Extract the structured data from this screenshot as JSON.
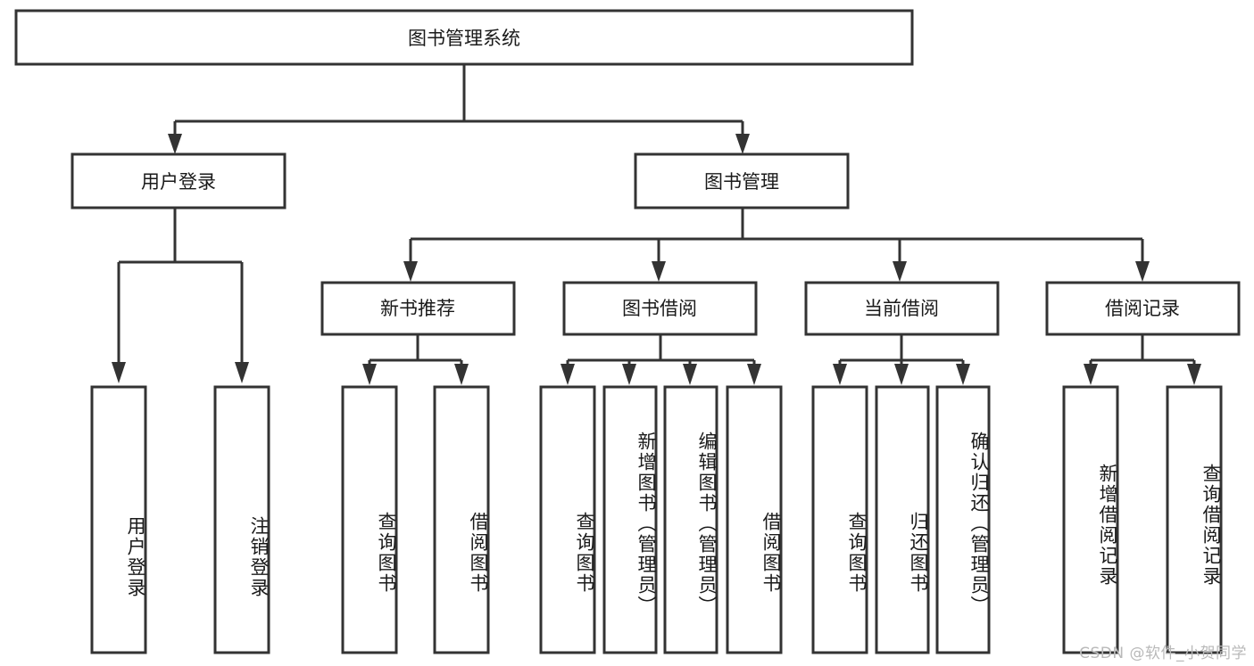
{
  "diagram": {
    "title": "图书管理系统",
    "type": "tree",
    "watermark": "CSDN @软件_小贺同学",
    "root": {
      "id": "root",
      "label": "图书管理系统",
      "orientation": "horizontal"
    },
    "level2": [
      {
        "id": "user-login",
        "label": "用户登录",
        "orientation": "horizontal"
      },
      {
        "id": "book-manage",
        "label": "图书管理",
        "orientation": "horizontal"
      }
    ],
    "level3": [
      {
        "id": "new-book-recommend",
        "label": "新书推荐",
        "orientation": "horizontal",
        "parent": "book-manage"
      },
      {
        "id": "book-borrow",
        "label": "图书借阅",
        "orientation": "horizontal",
        "parent": "book-manage"
      },
      {
        "id": "current-borrow",
        "label": "当前借阅",
        "orientation": "horizontal",
        "parent": "book-manage"
      },
      {
        "id": "borrow-record",
        "label": "借阅记录",
        "orientation": "horizontal",
        "parent": "book-manage"
      }
    ],
    "leaves": [
      {
        "id": "leaf-user-login",
        "label": "用户登录",
        "orientation": "vertical",
        "parent": "user-login"
      },
      {
        "id": "leaf-user-logout",
        "label": "注销登录",
        "orientation": "vertical",
        "parent": "user-login"
      },
      {
        "id": "leaf-query-book-1",
        "label": "查询图书",
        "orientation": "vertical",
        "parent": "new-book-recommend"
      },
      {
        "id": "leaf-borrow-book-1",
        "label": "借阅图书",
        "orientation": "vertical",
        "parent": "new-book-recommend"
      },
      {
        "id": "leaf-query-book-2",
        "label": "查询图书",
        "orientation": "vertical",
        "parent": "book-borrow"
      },
      {
        "id": "leaf-add-book",
        "label": "新增图书（管理员）",
        "orientation": "vertical",
        "parent": "book-borrow"
      },
      {
        "id": "leaf-edit-book",
        "label": "编辑图书（管理员）",
        "orientation": "vertical",
        "parent": "book-borrow"
      },
      {
        "id": "leaf-borrow-book-2",
        "label": "借阅图书",
        "orientation": "vertical",
        "parent": "book-borrow"
      },
      {
        "id": "leaf-query-book-3",
        "label": "查询图书",
        "orientation": "vertical",
        "parent": "current-borrow"
      },
      {
        "id": "leaf-return-book",
        "label": "归还图书",
        "orientation": "vertical",
        "parent": "current-borrow"
      },
      {
        "id": "leaf-confirm-return",
        "label": "确认归还（管理员）",
        "orientation": "vertical",
        "parent": "current-borrow"
      },
      {
        "id": "leaf-add-record",
        "label": "新增借阅记录",
        "orientation": "vertical",
        "parent": "borrow-record"
      },
      {
        "id": "leaf-query-record",
        "label": "查询借阅记录",
        "orientation": "vertical",
        "parent": "borrow-record"
      }
    ],
    "colors": {
      "background": "#ffffff",
      "box_fill": "#ffffff",
      "box_stroke": "#333333",
      "text": "#1a1a1a",
      "watermark": "#b9b9b9"
    }
  }
}
